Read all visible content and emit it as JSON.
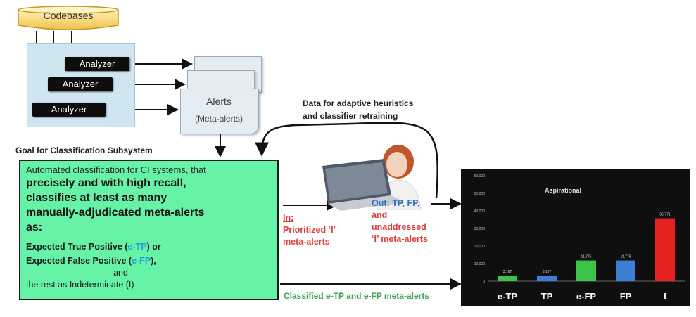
{
  "codebases": {
    "label": "Codebases"
  },
  "analyzers": [
    "Analyzer",
    "Analyzer",
    "Analyzer"
  ],
  "alerts": {
    "title": "Alerts",
    "subtitle": "(Meta-alerts)"
  },
  "feedback": {
    "line1": "Data for adaptive heuristics",
    "line2": "and classifier retraining"
  },
  "goal": {
    "heading": "Goal for Classification Subsystem",
    "intro": "Automated classification for CI systems, that",
    "main1": "precisely and with high recall,",
    "main2": "classifies at least as many",
    "main3": "manually-adjudicated meta-alerts",
    "main4": "as:",
    "tp_pre": "Expected True Positive (",
    "tp_code": "e-TP",
    "tp_post": ") or",
    "fp_pre": "Expected False Positive (",
    "fp_code": "e-FP",
    "fp_post": "),",
    "and": "and",
    "rest": "the rest as Indeterminate (I)"
  },
  "input": {
    "label": "In:",
    "line1": "Prioritized ‘I’",
    "line2": "meta-alerts"
  },
  "output": {
    "label": "Out:",
    "line1": " TP, FP,",
    "line2": "and",
    "line3": "unaddressed",
    "line4": "‘I’ meta-alerts"
  },
  "classified": {
    "label": "Classified e-TP and e-FP meta-alerts"
  },
  "colors": {
    "green_box": "#66f2a7",
    "red": "#e03b3b",
    "blue": "#2c6ccf",
    "cyan": "#1ca3d9",
    "chart_bg": "#0f0f0f"
  },
  "chart_data": {
    "type": "bar",
    "title": "Aspirational",
    "categories": [
      "e-TP",
      "TP",
      "e-FP",
      "FP",
      "I"
    ],
    "values": [
      3167,
      3167,
      11776,
      11776,
      35771
    ],
    "labels": [
      "3,167",
      "3,167",
      "11,776",
      "11,776",
      "35,771"
    ],
    "colors": [
      "#3cc44a",
      "#3c7fd6",
      "#3cc44a",
      "#3c7fd6",
      "#e52222"
    ],
    "yticks": [
      0,
      10000,
      20000,
      30000,
      40000,
      50000,
      60000
    ],
    "ytick_labels": [
      "0",
      "10,000",
      "20,000",
      "30,000",
      "40,000",
      "50,000",
      "60,000"
    ],
    "ylim": [
      0,
      60000
    ],
    "grid": false
  }
}
